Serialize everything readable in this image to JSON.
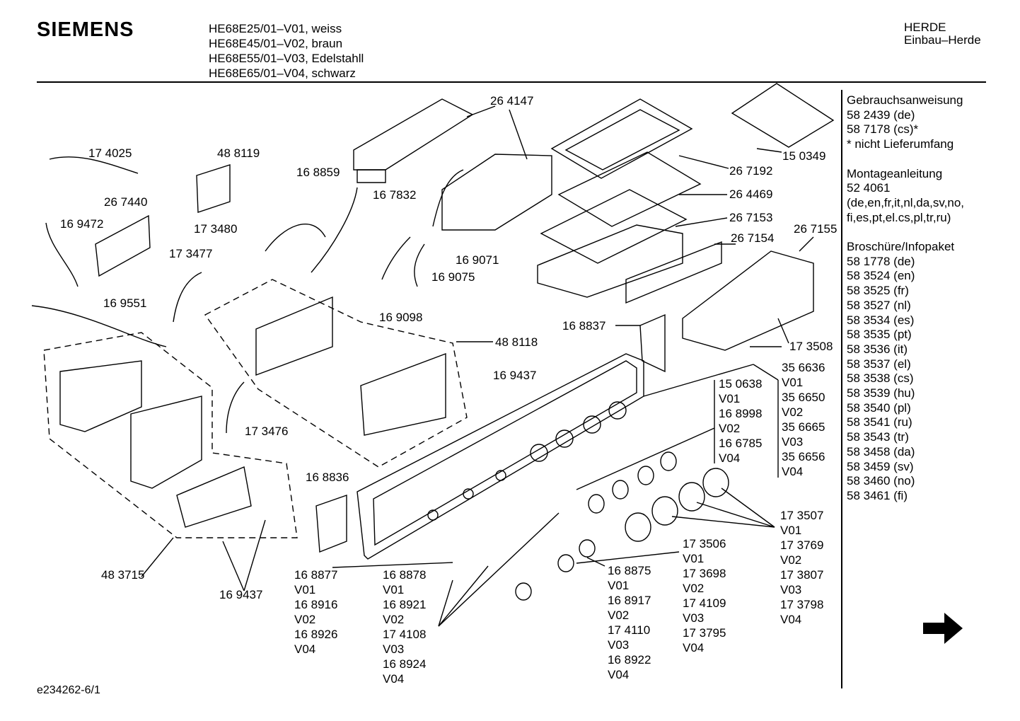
{
  "header": {
    "brand": "SIEMENS",
    "models": [
      "HE68E25/01–V01, weiss",
      "HE68E45/01–V02, braun",
      "HE68E55/01–V03, Edelstahll",
      "HE68E65/01–V04, schwarz"
    ],
    "category": [
      "HERDE",
      "Einbau–Herde"
    ]
  },
  "sidebar": {
    "groups": [
      [
        "Gebrauchsanweisung",
        "58 2439 (de)",
        "58 7178 (cs)*",
        "* nicht Lieferumfang"
      ],
      [
        "Montageanleitung",
        "52 4061",
        "(de,en,fr,it,nl,da,sv,no,",
        "fi,es,pt,el.cs,pl,tr,ru)"
      ],
      [
        "Broschüre/Infopaket",
        "58 1778 (de)",
        "58 3524 (en)",
        "58 3525 (fr)",
        "58 3527 (nl)",
        "58 3534 (es)",
        "58 3535 (pt)",
        "58 3536 (it)",
        "58 3537 (el)",
        "58 3538 (cs)",
        "58 3539 (hu)",
        "58 3540 (pl)",
        "58 3541 (ru)",
        "58 3543 (tr)",
        "58 3458 (da)",
        "58 3459 (sv)",
        "58 3460 (no)",
        "58 3461 (fi)"
      ]
    ]
  },
  "parts": {
    "p264147": "26 4147",
    "p174025": "17 4025",
    "p488119": "48 8119",
    "p168859": "16 8859",
    "p167832": "16 7832",
    "p267192": "26 7192",
    "p150349": "15 0349",
    "p267440": "26 7440",
    "p169472": "16 9472",
    "p264469": "26 4469",
    "p173480": "17 3480",
    "p267153": "26 7153",
    "p267154": "26 7154",
    "p267155": "26 7155",
    "p169071": "16 9071",
    "p173477": "17 3477",
    "p169075": "16 9075",
    "p169551": "16 9551",
    "p169098": "16 9098",
    "p168837": "16 8837",
    "p173508": "17 3508",
    "p488118": "48 8118",
    "p169437a": "16 9437",
    "p173476": "17 3476",
    "p168836": "16 8836",
    "p483715": "48 3715",
    "p169437b": "16 9437"
  },
  "blocks": {
    "b356636": [
      "35 6636",
      "V01",
      "35 6650",
      "V02",
      "35 6665",
      "V03",
      "35 6656",
      "V04"
    ],
    "b150638": [
      "15 0638",
      "V01",
      "16 8998",
      "V02",
      "16 6785",
      "V04"
    ],
    "b173507": [
      "17 3507",
      "V01",
      "17 3769",
      "V02",
      "17 3807",
      "V03",
      "17 3798",
      "V04"
    ],
    "b173506": [
      "17 3506",
      "V01",
      "17 3698",
      "V02",
      "17 4109",
      "V03",
      "17 3795",
      "V04"
    ],
    "b168875": [
      "16 8875",
      "V01",
      "16 8917",
      "V02",
      "17 4110",
      "V03",
      "16 8922",
      "V04"
    ],
    "b168878": [
      "16 8878",
      "V01",
      "16 8921",
      "V02",
      "17 4108",
      "V03",
      "16 8924",
      "V04"
    ],
    "b168877": [
      "16 8877",
      "V01",
      "16 8916",
      "V02",
      "16 8926",
      "V04"
    ]
  },
  "footer": "e234262-6/1",
  "icons": {
    "next": "arrow-right-icon"
  }
}
